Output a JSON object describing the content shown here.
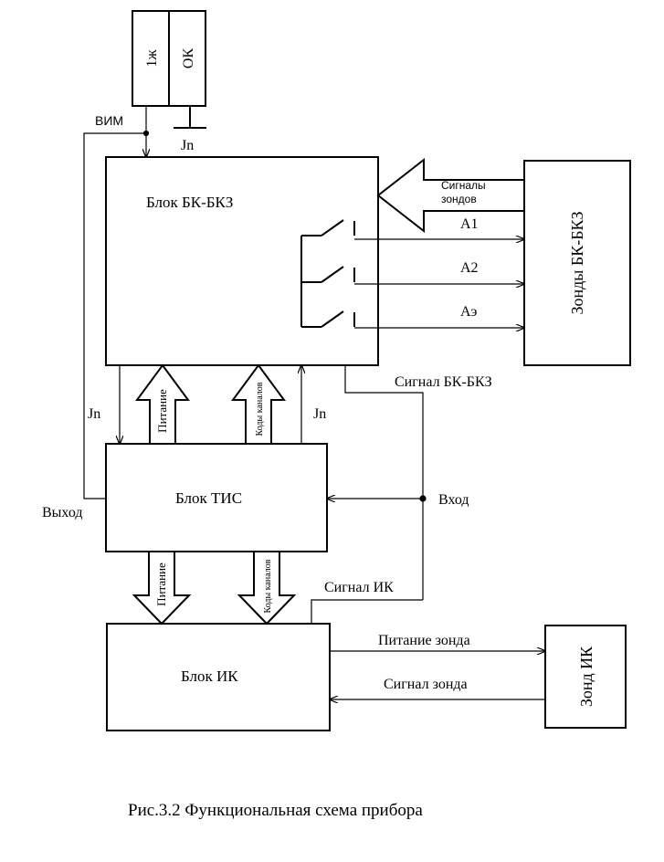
{
  "figure": {
    "caption": "Рис.3.2  Функциональная схема прибора",
    "blocks": {
      "bk_bkz": "Блок БК-БКЗ",
      "tis": "Блок ТИС",
      "ik": "Блок ИК",
      "zondy_bk_bkz": "Зонды БК-БКЗ",
      "zond_ik": "Зонд ИК",
      "cell_1zh": "1ж",
      "cell_ok": "ОК"
    },
    "labels": {
      "vim": "ВИМ",
      "jn_top": "Jn",
      "jn_left": "Jn",
      "jn_right": "Jn",
      "signaly_zondov_1": "Сигналы",
      "signaly_zondov_2": "зондов",
      "a1": "А1",
      "a2": "А2",
      "ae": "Аэ",
      "signal_bk_bkz": "Сигнал БК-БКЗ",
      "vkhod": "Вход",
      "vykhod": "Выход",
      "signal_ik": "Сигнал ИК",
      "pitanie_zonda": "Питание зонда",
      "signal_zonda": "Сигнал зонда",
      "pitanie_upper": "Питание",
      "kody_kanalov_upper": "Коды каналов",
      "pitanie_lower": "Питание",
      "kody_kanalov_lower": "Коды каналов"
    }
  }
}
